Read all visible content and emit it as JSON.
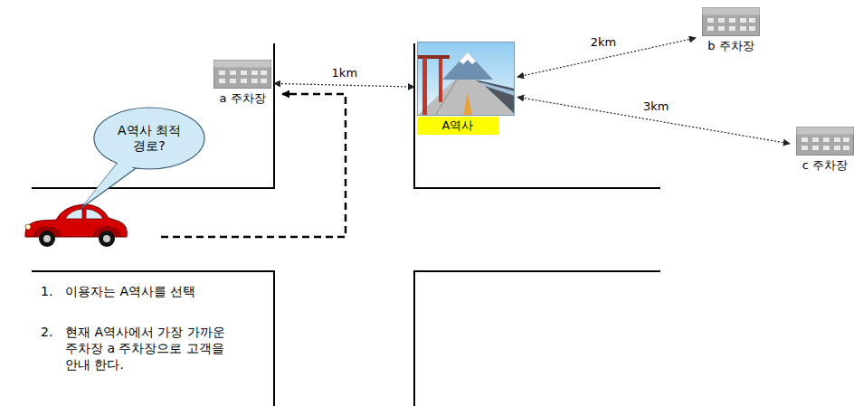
{
  "diagram": {
    "nodes": [
      {
        "text": [
          "A역사 최적경로?"
        ]
      },
      {
        "text": [
          "a 주차장"
        ]
      },
      {
        "text": [
          "A역사"
        ]
      },
      {
        "text": [
          "b 주차장"
        ]
      },
      {
        "text": [
          "c 주차장"
        ]
      }
    ],
    "edges": [
      {
        "from": 1,
        "to": 2,
        "label": "1km",
        "arrow": "both"
      },
      {
        "from": 2,
        "to": 3,
        "label": "2km",
        "arrow": "both"
      },
      {
        "from": 2,
        "to": 4,
        "label": "3km",
        "arrow": "both"
      }
    ],
    "labels": [
      "1.",
      "이용자는 A역사를 선택",
      "2.",
      "현재 A역사에서 가장 가까운 주차장 a 주차장으로 고객을 안내 한다."
    ]
  }
}
